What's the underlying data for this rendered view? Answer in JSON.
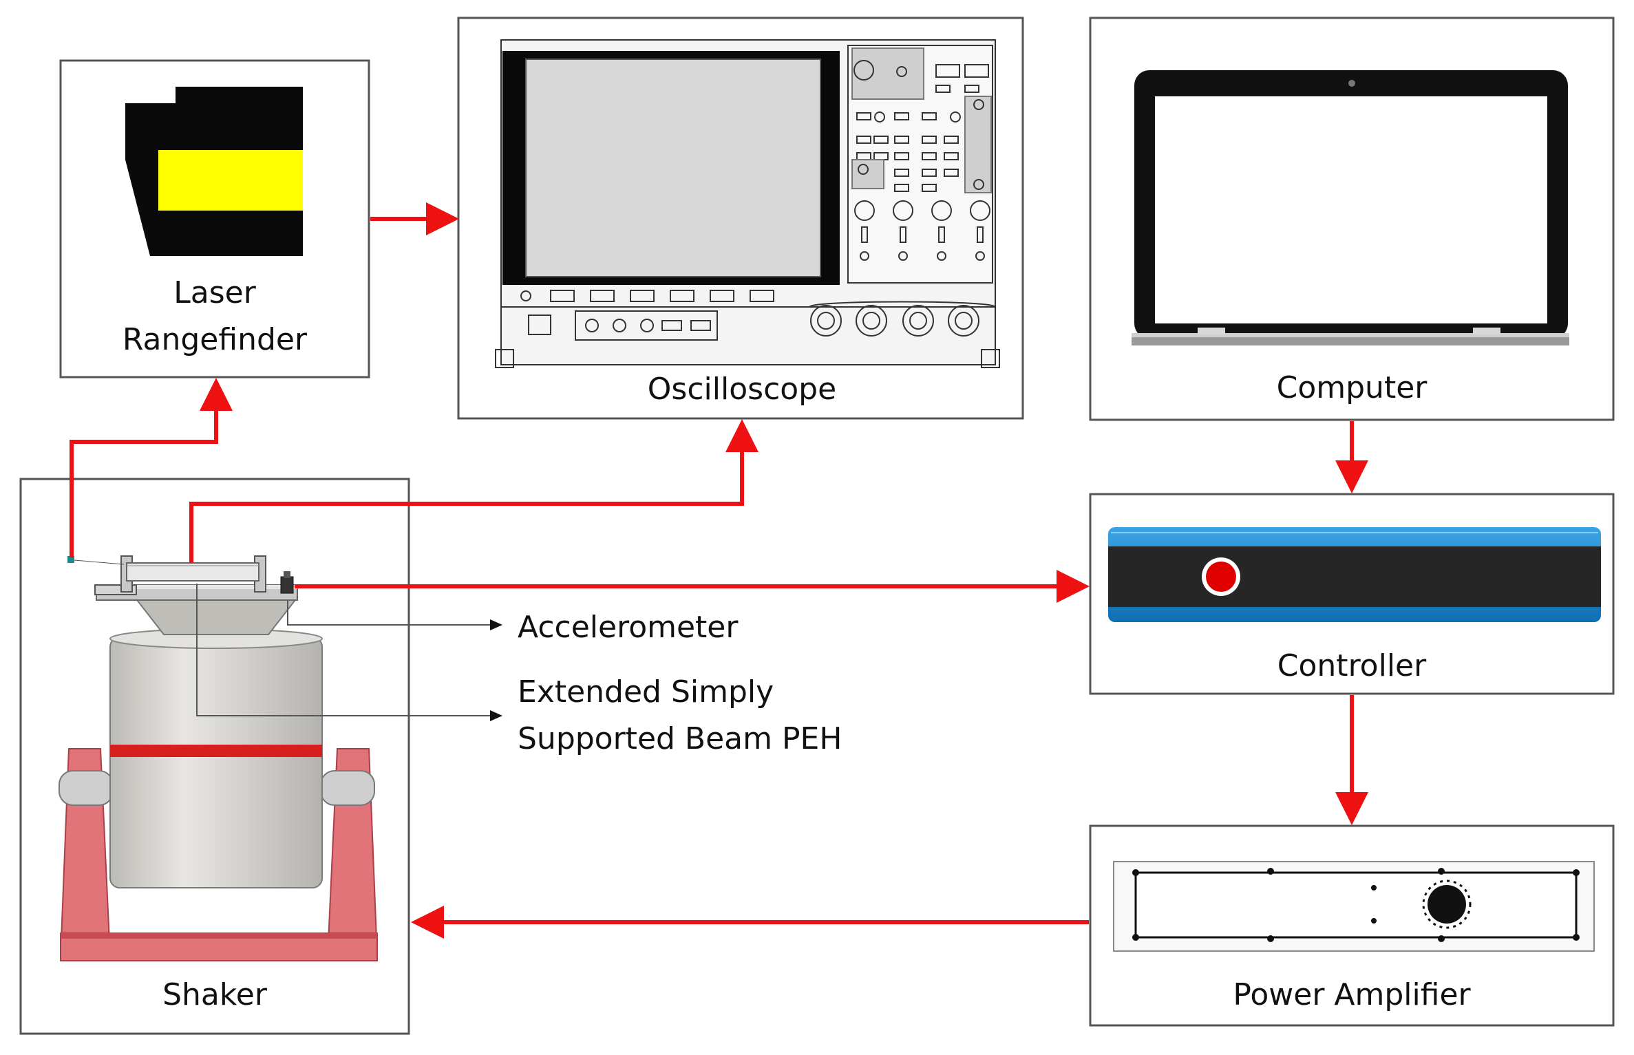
{
  "labels": {
    "laser_line1": "Laser",
    "laser_line2": "Rangefinder",
    "oscilloscope": "Oscilloscope",
    "computer": "Computer",
    "controller": "Controller",
    "power_amplifier": "Power Amplifier",
    "shaker": "Shaker",
    "accelerometer": "Accelerometer",
    "beam_line1": "Extended Simply",
    "beam_line2": "Supported Beam PEH"
  },
  "colors": {
    "signal_arrow": "#ee1111",
    "box_border": "#555555",
    "laser_body": "#0a0a0a",
    "laser_window": "#ffff00",
    "controller_body": "#262626",
    "controller_accent": "#1a86d0",
    "controller_button": "#e00000",
    "shaker_body": "#d9d7d2",
    "shaker_band": "#d62020",
    "shaker_stand": "#e27378"
  },
  "icons": {
    "laser": "laser-rangefinder-icon",
    "oscilloscope": "oscilloscope-icon",
    "computer": "laptop-icon",
    "controller": "controller-icon",
    "amplifier": "power-amplifier-icon",
    "shaker": "shaker-icon"
  }
}
